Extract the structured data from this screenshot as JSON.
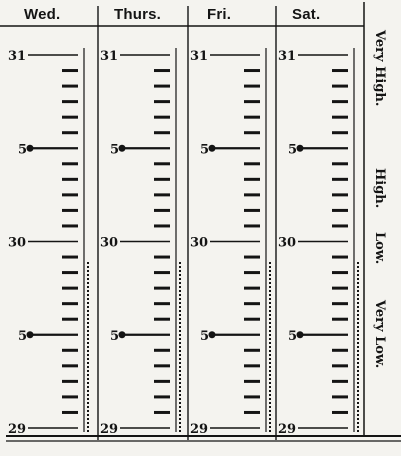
{
  "days": [
    {
      "label": "Wed.",
      "top_value": "31",
      "mid_value": "30",
      "bottom_value": "29"
    },
    {
      "label": "Thurs.",
      "top_value": "31",
      "mid_value": "30",
      "bottom_value": "29"
    },
    {
      "label": "Fri.",
      "top_value": "31",
      "mid_value": "30",
      "bottom_value": "29"
    },
    {
      "label": "Sat.",
      "top_value": "31",
      "mid_value": "30",
      "bottom_value": "29"
    }
  ],
  "half_marker": "5",
  "levels": [
    "Very High.",
    "High.",
    "Low.",
    "Very Low."
  ],
  "colors": {
    "ink": "#141414",
    "paper": "#f4f3ef"
  }
}
